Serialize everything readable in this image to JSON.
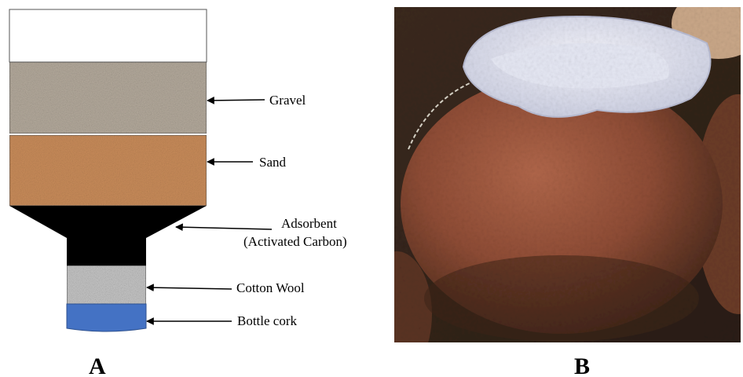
{
  "figure": {
    "panels": [
      {
        "id": "A",
        "label": "A"
      },
      {
        "id": "B",
        "label": "B"
      }
    ],
    "filter_layers": [
      {
        "name": "Gravel",
        "label": "Gravel",
        "color": "#b4aa9c"
      },
      {
        "name": "Sand",
        "label": "Sand",
        "color": "#c98c5a"
      },
      {
        "name": "Adsorbent",
        "label_line1": "Adsorbent",
        "label_line2": "(Activated Carbon)",
        "color": "#000000"
      },
      {
        "name": "Cotton Wool",
        "label": "Cotton Wool",
        "color": "#c8c8c8"
      },
      {
        "name": "Bottle cork",
        "label": "Bottle cork",
        "color": "#4472c4"
      }
    ],
    "photo_icon": "clay-pot-with-cloth-filter-photo"
  }
}
